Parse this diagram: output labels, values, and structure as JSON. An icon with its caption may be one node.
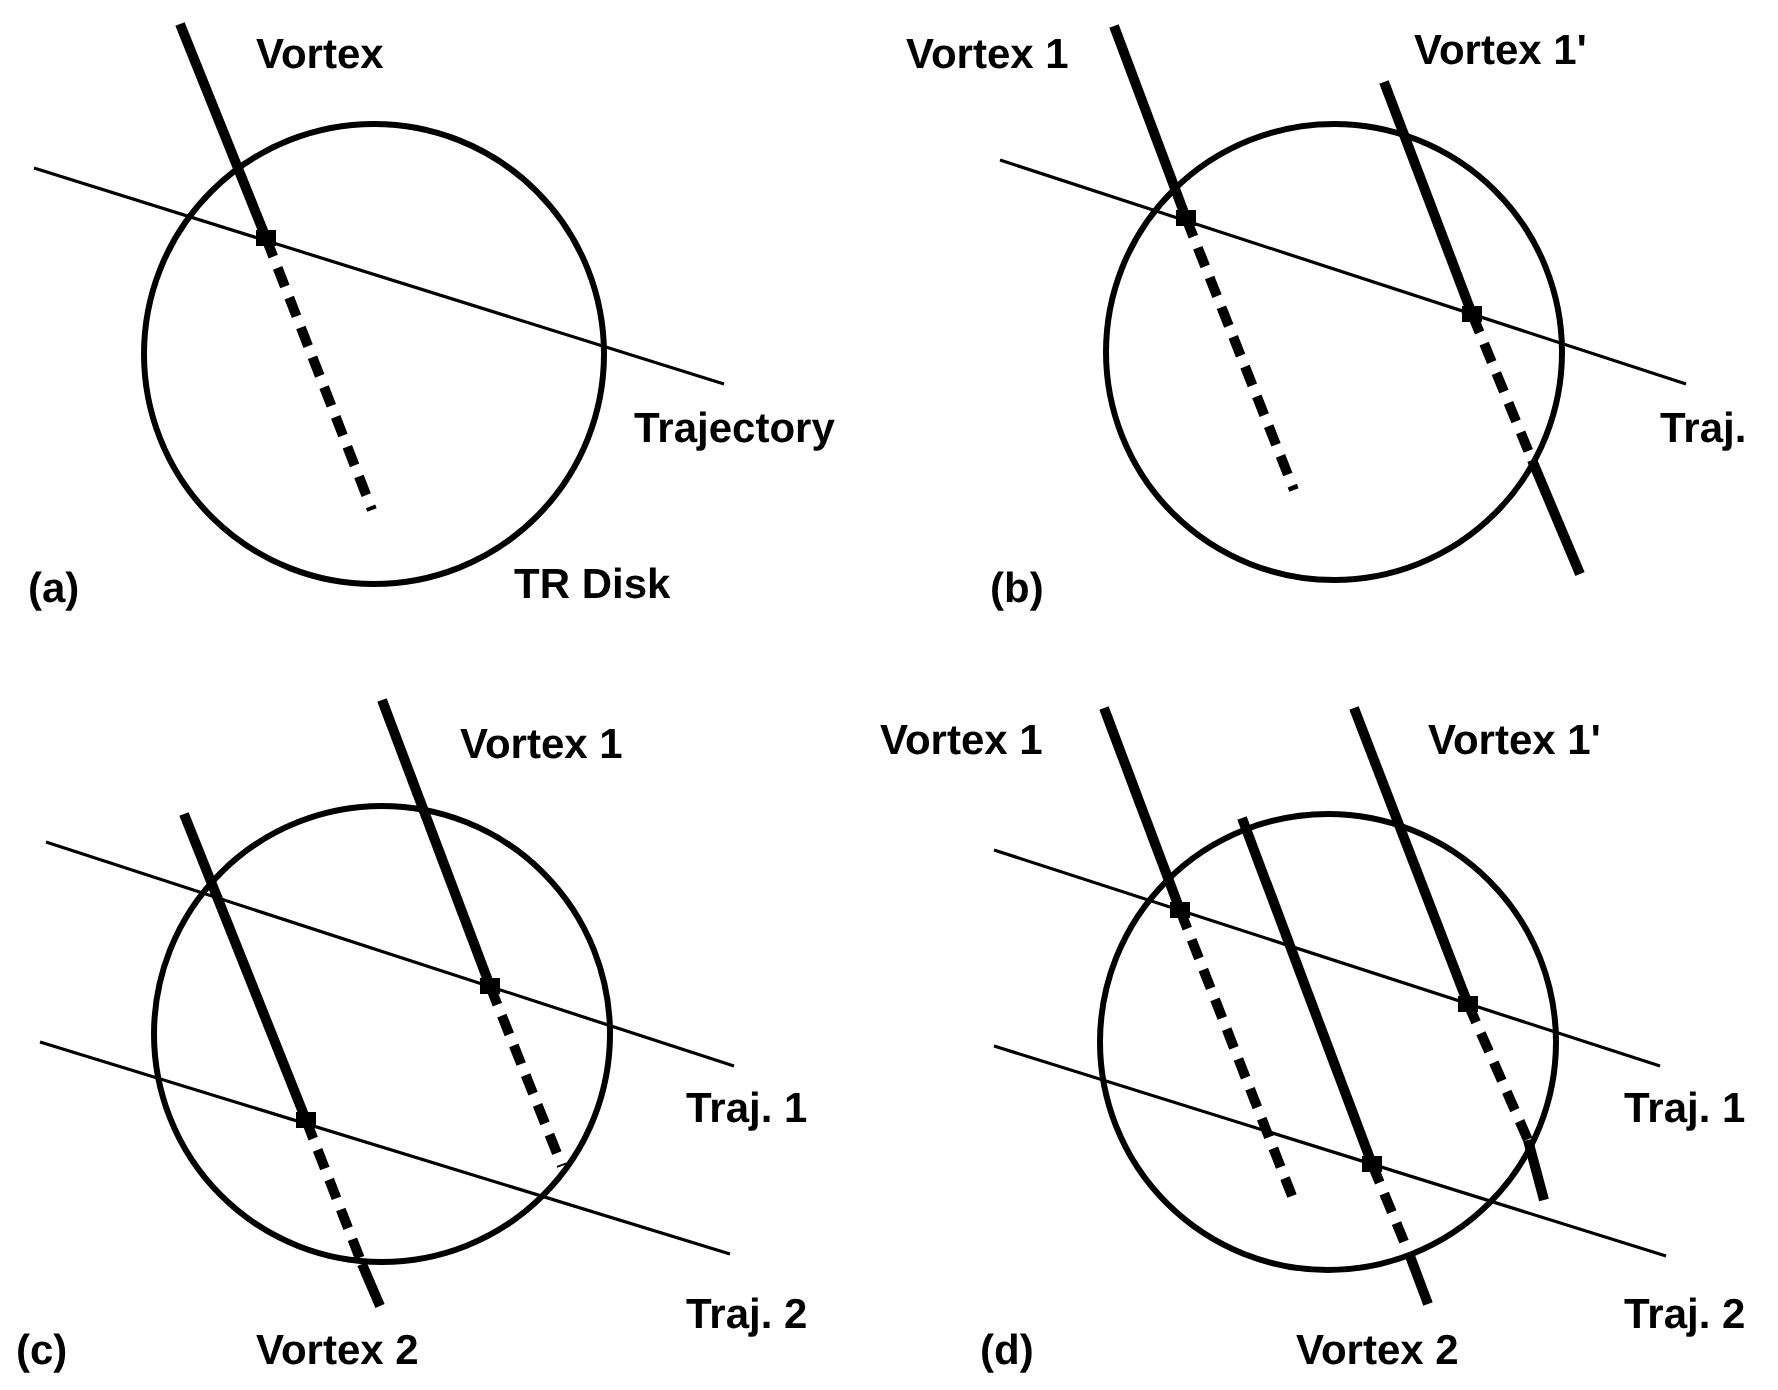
{
  "diagram": {
    "labels": [
      "Vortex",
      "Trajectory",
      "(a)",
      "TR Disk",
      "Vortex 1",
      "Vortex 1'",
      "Traj.",
      "(b)",
      "Vortex 1",
      "Traj. 1",
      "Traj. 2",
      "(c)",
      "Vortex 2",
      "Vortex 1",
      "Vortex 1'",
      "Traj. 1",
      "Traj. 2",
      "(d)",
      "Vortex 2"
    ]
  }
}
